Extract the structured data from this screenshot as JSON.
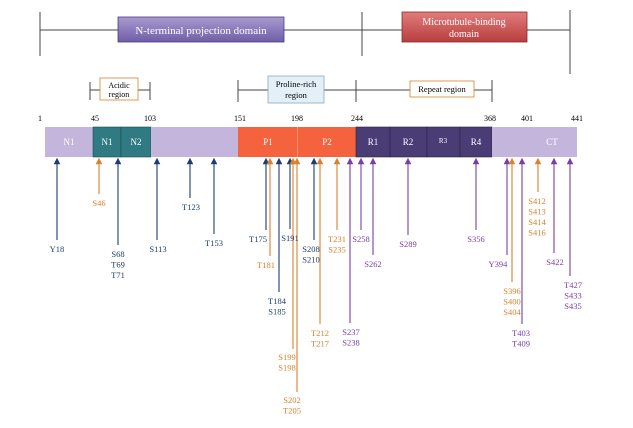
{
  "domains": {
    "nterm": "N-terminal projection domain",
    "mtb_line1": "Microtubule-binding",
    "mtb_line2": "domain"
  },
  "regions": {
    "acidic_line1": "Acidic",
    "acidic_line2": "region",
    "proline_line1": "Proline-rich",
    "proline_line2": "region",
    "repeat": "Repeat region"
  },
  "ticks": [
    "1",
    "45",
    "103",
    "151",
    "198",
    "244",
    "368",
    "401",
    "441"
  ],
  "segments": {
    "n1": "N1",
    "n1b": "N1",
    "n2": "N2",
    "p1": "P1",
    "p2": "P2",
    "r1": "R1",
    "r2": "R2",
    "r3": "R3",
    "r4": "R4",
    "ct": "CT"
  },
  "sites": [
    {
      "id": "Y18",
      "lines": [
        "Y18"
      ]
    },
    {
      "id": "S46",
      "lines": [
        "S46"
      ]
    },
    {
      "id": "S68",
      "lines": [
        "S68",
        "T69",
        "T71"
      ]
    },
    {
      "id": "S113",
      "lines": [
        "S113"
      ]
    },
    {
      "id": "T123",
      "lines": [
        "T123"
      ]
    },
    {
      "id": "T153",
      "lines": [
        "T153"
      ]
    },
    {
      "id": "T175",
      "lines": [
        "T175"
      ]
    },
    {
      "id": "T181",
      "lines": [
        "T181"
      ]
    },
    {
      "id": "T184",
      "lines": [
        "T184",
        "S185"
      ]
    },
    {
      "id": "S191",
      "lines": [
        "S191"
      ]
    },
    {
      "id": "S199",
      "lines": [
        "S199",
        "S198"
      ]
    },
    {
      "id": "S202",
      "lines": [
        "S202",
        "T205"
      ]
    },
    {
      "id": "S208",
      "lines": [
        "S208",
        "S210"
      ]
    },
    {
      "id": "T212",
      "lines": [
        "T212",
        "T217"
      ]
    },
    {
      "id": "T231",
      "lines": [
        "T231",
        "S235"
      ]
    },
    {
      "id": "S237",
      "lines": [
        "S237",
        "S238"
      ]
    },
    {
      "id": "S258",
      "lines": [
        "S258"
      ]
    },
    {
      "id": "S262",
      "lines": [
        "S262"
      ]
    },
    {
      "id": "S289",
      "lines": [
        "S289"
      ]
    },
    {
      "id": "S356",
      "lines": [
        "S356"
      ]
    },
    {
      "id": "Y394",
      "lines": [
        "Y394"
      ]
    },
    {
      "id": "S396",
      "lines": [
        "S396",
        "S400",
        "S404"
      ]
    },
    {
      "id": "T403",
      "lines": [
        "T403",
        "T409"
      ]
    },
    {
      "id": "S412",
      "lines": [
        "S412",
        "S413",
        "S414",
        "S416"
      ]
    },
    {
      "id": "S422",
      "lines": [
        "S422"
      ]
    },
    {
      "id": "T427",
      "lines": [
        "T427",
        "S433",
        "S435"
      ]
    }
  ],
  "colors": {
    "blue": "#1f3d6e",
    "orange": "#d9822b",
    "purple": "#7a3fa3"
  }
}
